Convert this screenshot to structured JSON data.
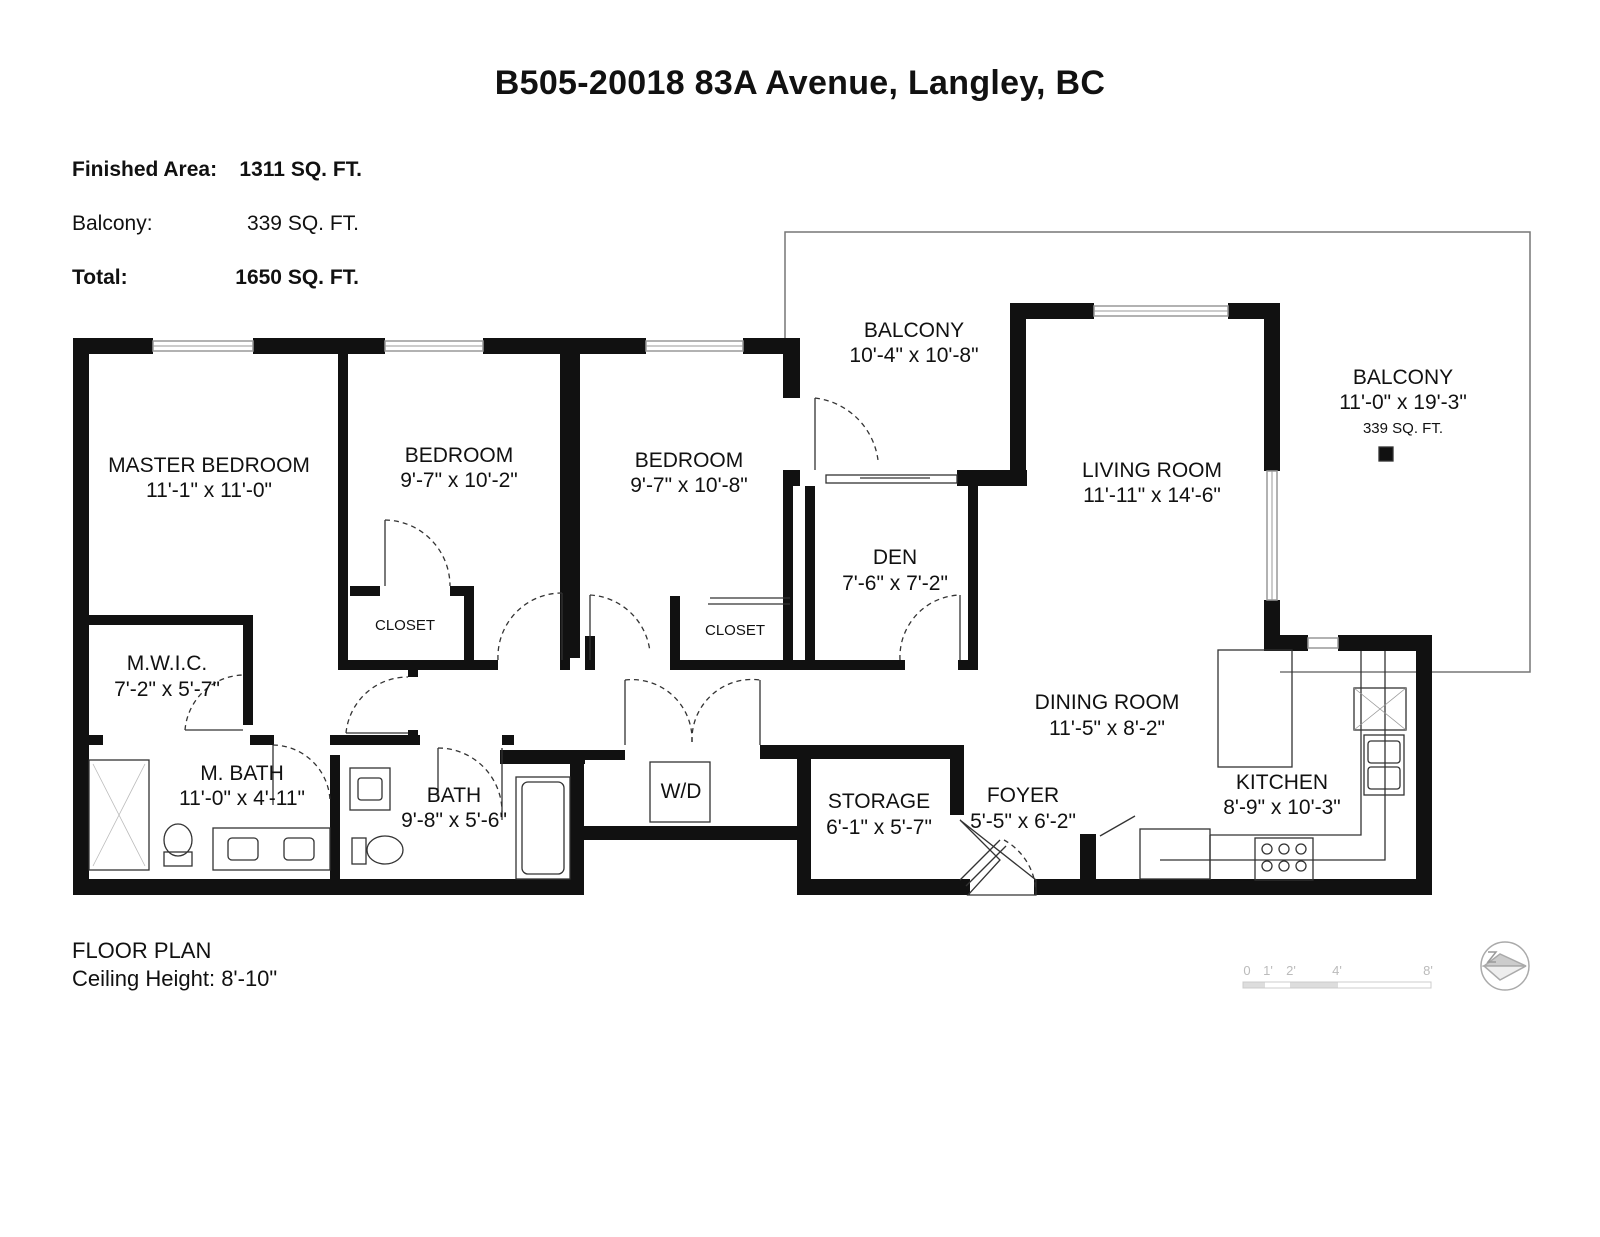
{
  "title": "B505-20018 83A Avenue, Langley, BC",
  "areas": {
    "finished": {
      "label": "Finished Area:",
      "value": "1311 SQ. FT."
    },
    "balcony": {
      "label": "Balcony:",
      "value": "339 SQ. FT."
    },
    "total": {
      "label": "Total:",
      "value": "1650 SQ. FT."
    }
  },
  "rooms": {
    "balcony_small": {
      "name": "BALCONY",
      "dims": "10'-4\" x 10'-8\""
    },
    "balcony_large": {
      "name": "BALCONY",
      "dims": "11'-0\" x 19'-3\"",
      "area": "339 SQ. FT."
    },
    "master_bedroom": {
      "name": "MASTER BEDROOM",
      "dims": "11'-1\" x 11'-0\""
    },
    "bedroom_2": {
      "name": "BEDROOM",
      "dims": "9'-7\" x 10'-2\""
    },
    "bedroom_3": {
      "name": "BEDROOM",
      "dims": "9'-7\" x 10'-8\""
    },
    "closet_1": {
      "name": "CLOSET"
    },
    "closet_2": {
      "name": "CLOSET"
    },
    "den": {
      "name": "DEN",
      "dims": "7'-6\" x 7'-2\""
    },
    "living_room": {
      "name": "LIVING ROOM",
      "dims": "11'-11\" x 14'-6\""
    },
    "mwic": {
      "name": "M.W.I.C.",
      "dims": "7'-2\" x 5'-7\""
    },
    "mbath": {
      "name": "M. BATH",
      "dims": "11'-0\" x 4'-11\""
    },
    "bath": {
      "name": "BATH",
      "dims": "9'-8\" x 5'-6\""
    },
    "wd": {
      "name": "W/D"
    },
    "storage": {
      "name": "STORAGE",
      "dims": "6'-1\" x 5'-7\""
    },
    "foyer": {
      "name": "FOYER",
      "dims": "5'-5\" x 6'-2\""
    },
    "dining_room": {
      "name": "DINING ROOM",
      "dims": "11'-5\" x 8'-2\""
    },
    "kitchen": {
      "name": "KITCHEN",
      "dims": "8'-9\" x 10'-3\""
    }
  },
  "footer": {
    "plan_label": "FLOOR PLAN",
    "ceiling": "Ceiling Height: 8'-10\""
  },
  "scale_bar": {
    "ticks": [
      "0",
      "1'",
      "2'",
      "4'",
      "8'"
    ]
  },
  "icons": {
    "north_arrow": "north-arrow-icon"
  },
  "colors": {
    "wall": "#111111",
    "line": "#333333",
    "window": "#999999"
  }
}
